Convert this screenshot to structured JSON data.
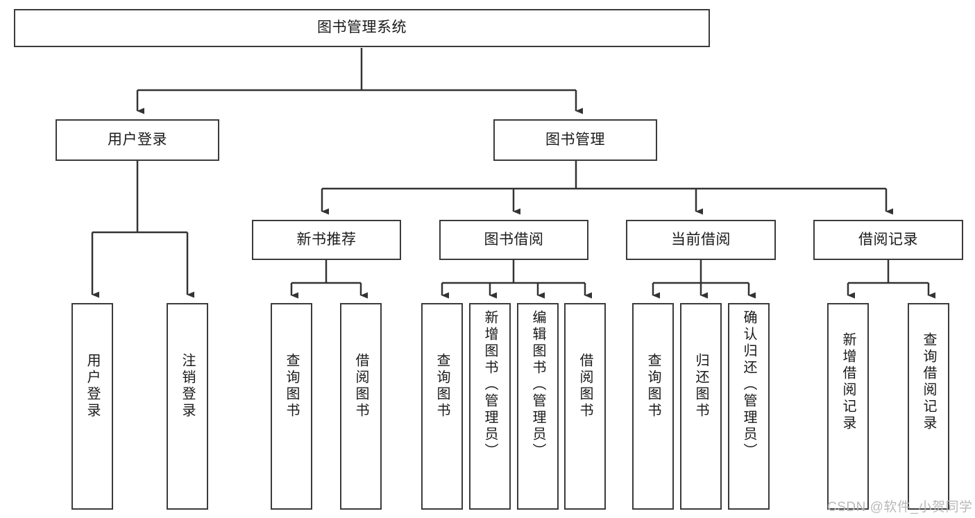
{
  "diagram": {
    "type": "tree",
    "orientation": "top-down",
    "root": {
      "id": "root",
      "label": "图书管理系统"
    },
    "level1": [
      {
        "id": "user-login",
        "label": "用户登录"
      },
      {
        "id": "book-manage",
        "label": "图书管理"
      }
    ],
    "level2": [
      {
        "id": "new-book-recommend",
        "label": "新书推荐",
        "parent": "book-manage"
      },
      {
        "id": "book-borrow",
        "label": "图书借阅",
        "parent": "book-manage"
      },
      {
        "id": "current-borrow",
        "label": "当前借阅",
        "parent": "book-manage"
      },
      {
        "id": "borrow-record",
        "label": "借阅记录",
        "parent": "book-manage"
      }
    ],
    "leaves": {
      "user-login": [
        {
          "id": "leaf-user-login",
          "label": "用户登录"
        },
        {
          "id": "leaf-user-logout",
          "label": "注销登录"
        }
      ],
      "new-book-recommend": [
        {
          "id": "leaf-query-book-1",
          "label": "查询图书"
        },
        {
          "id": "leaf-borrow-book-1",
          "label": "借阅图书"
        }
      ],
      "book-borrow": [
        {
          "id": "leaf-query-book-2",
          "label": "查询图书"
        },
        {
          "id": "leaf-add-book",
          "label": "新增图书（管理员）"
        },
        {
          "id": "leaf-edit-book",
          "label": "编辑图书（管理员）"
        },
        {
          "id": "leaf-borrow-book-2",
          "label": "借阅图书"
        }
      ],
      "current-borrow": [
        {
          "id": "leaf-query-book-3",
          "label": "查询图书"
        },
        {
          "id": "leaf-return-book",
          "label": "归还图书"
        },
        {
          "id": "leaf-confirm-return",
          "label": "确认归还（管理员）"
        }
      ],
      "borrow-record": [
        {
          "id": "leaf-add-record",
          "label": "新增借阅记录"
        },
        {
          "id": "leaf-query-record",
          "label": "查询借阅记录"
        }
      ]
    },
    "colors": {
      "box_border": "#3b3b3b",
      "box_fill": "#ffffff",
      "connector": "#333333",
      "text": "#1a1a1a",
      "watermark": "#b8b8b8",
      "background": "#ffffff"
    }
  },
  "watermark": {
    "text": "CSDN @软件_小贺同学"
  }
}
